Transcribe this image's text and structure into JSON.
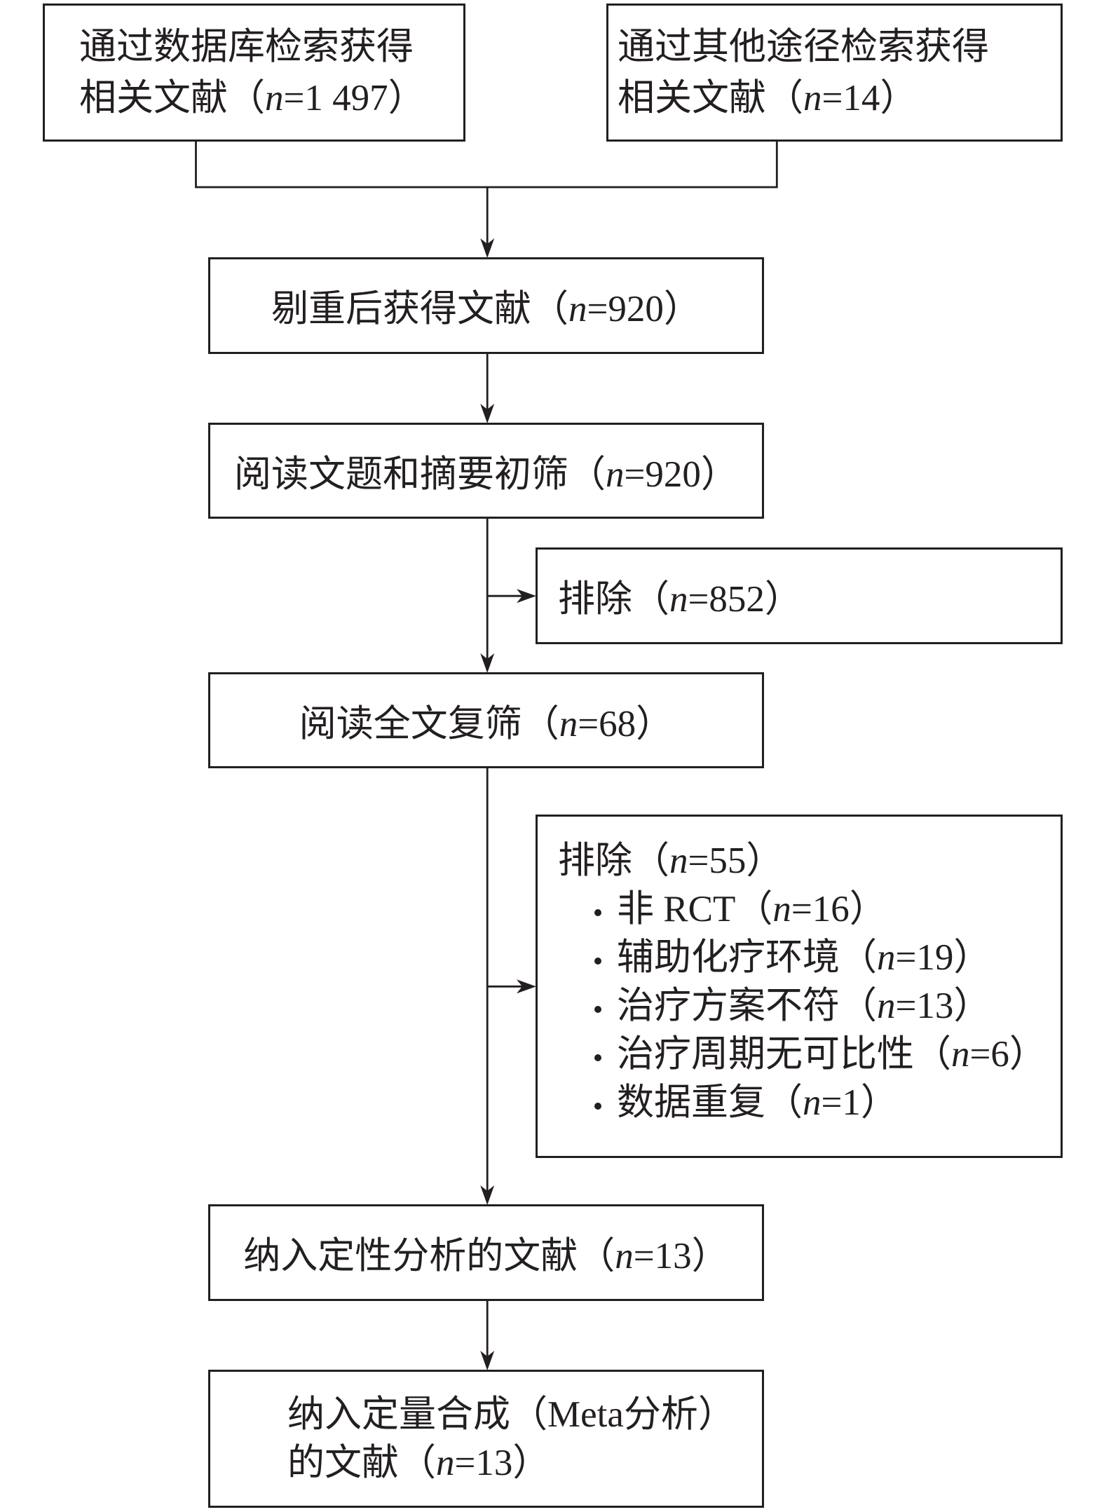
{
  "flowchart": {
    "database_search": {
      "line1": "通过数据库检索获得",
      "line2": {
        "pre": "相关文献（",
        "var": "n",
        "post": "=1 497）"
      }
    },
    "other_sources": {
      "line1": "通过其他途径检索获得",
      "line2": {
        "pre": "相关文献（",
        "var": "n",
        "post": "=14）"
      }
    },
    "after_deduplication": {
      "pre": "剔重后获得文献（",
      "var": "n",
      "post": "=920）"
    },
    "title_abstract_screening": {
      "pre": "阅读文题和摘要初筛（",
      "var": "n",
      "post": "=920）"
    },
    "excluded_screening": {
      "pre": "排除（",
      "var": "n",
      "post": "=852）"
    },
    "full_text_screening": {
      "pre": "阅读全文复筛（",
      "var": "n",
      "post": "=68）"
    },
    "excluded_full_text": {
      "heading": {
        "pre": "排除（",
        "var": "n",
        "post": "=55）"
      },
      "reasons": [
        {
          "pre": "非 RCT（",
          "var": "n",
          "post": "=16）"
        },
        {
          "pre": "辅助化疗环境（",
          "var": "n",
          "post": "=19）"
        },
        {
          "pre": "治疗方案不符（",
          "var": "n",
          "post": "=13）"
        },
        {
          "pre": "治疗周期无可比性（",
          "var": "n",
          "post": "=6）"
        },
        {
          "pre": "数据重复（",
          "var": "n",
          "post": "=1）"
        }
      ]
    },
    "qualitative_synthesis": {
      "pre": "纳入定性分析的文献（",
      "var": "n",
      "post": "=13）"
    },
    "quantitative_synthesis": {
      "line1": "纳入定量合成（Meta分析）",
      "line2": {
        "pre": "的文献（",
        "var": "n",
        "post": "=13）"
      }
    }
  },
  "colors": {
    "ink": "#231f20",
    "background": "#ffffff"
  }
}
